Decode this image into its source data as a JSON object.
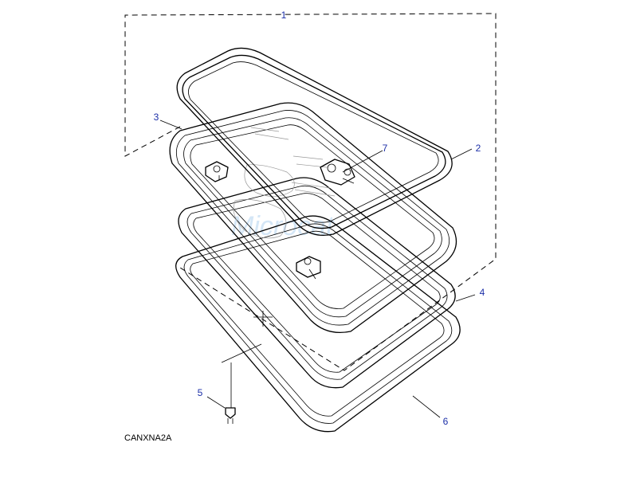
{
  "figure_code": "CANXNA2A",
  "watermark": "Microcat",
  "callouts": [
    {
      "id": "1",
      "label": "1"
    },
    {
      "id": "2",
      "label": "2"
    },
    {
      "id": "3",
      "label": "3"
    },
    {
      "id": "4",
      "label": "4"
    },
    {
      "id": "5",
      "label": "5"
    },
    {
      "id": "6",
      "label": "6"
    },
    {
      "id": "7",
      "label": "7"
    }
  ],
  "colors": {
    "callout": "#1c2fa8",
    "line": "#000000",
    "watermark": "#d4e6f6"
  }
}
